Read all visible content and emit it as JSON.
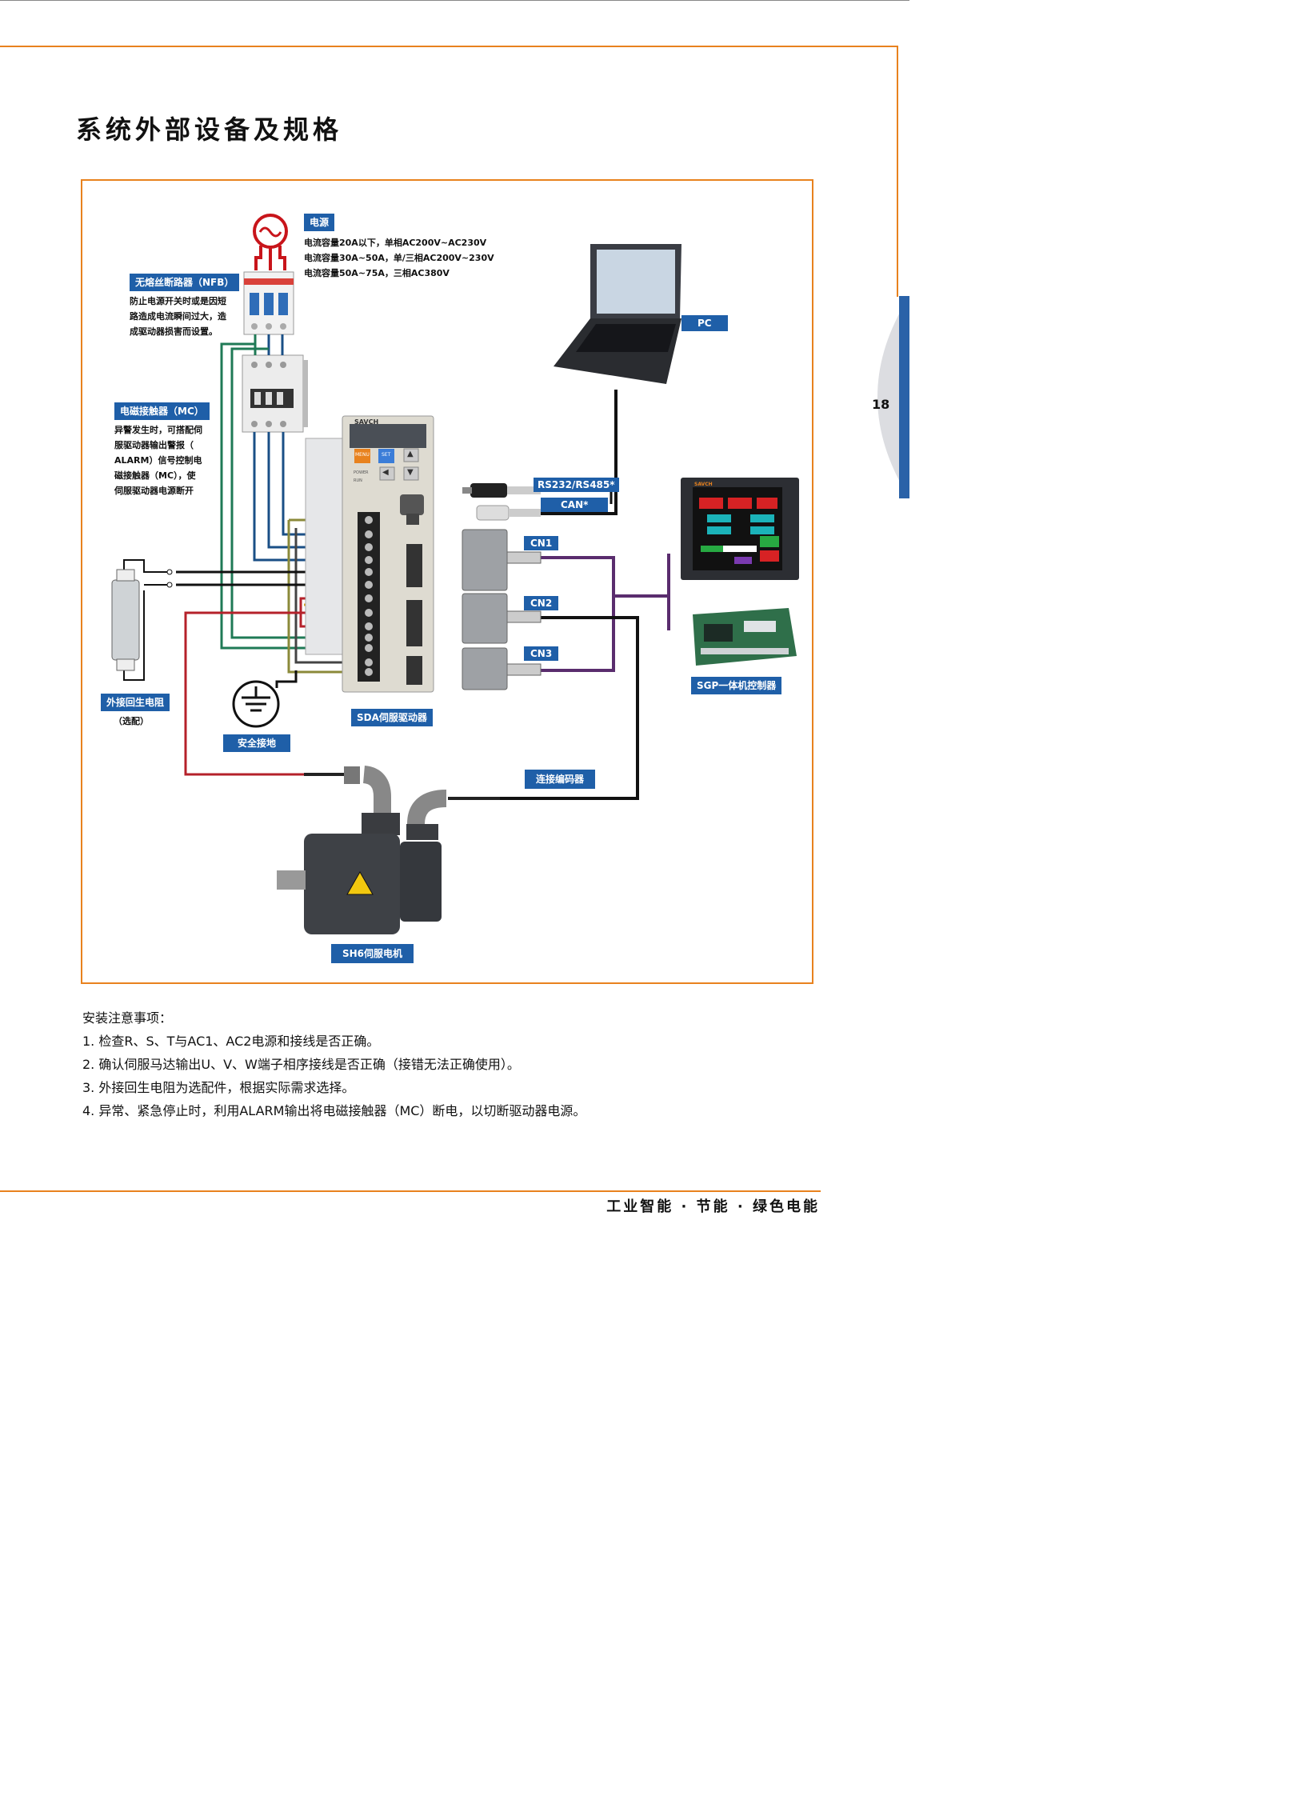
{
  "page": {
    "title": "系统外部设备及规格",
    "page_number": "18",
    "footer": "工业智能 · 节能 · 绿色电能"
  },
  "diagram": {
    "power": {
      "tag": "电源",
      "specs": [
        "电流容量20A以下，单相AC200V~AC230V",
        "电流容量30A~50A，单/三相AC200V~230V",
        "电流容量50A~75A，三相AC380V"
      ]
    },
    "nfb": {
      "tag": "无熔丝断路器（NFB）",
      "desc": [
        "防止电源开关时或是因短",
        "路造成电流瞬间过大，造",
        "成驱动器损害而设置。"
      ]
    },
    "mc": {
      "tag": "电磁接触器（MC）",
      "desc": [
        "异警发生时，可搭配伺",
        "服驱动器输出警报（",
        "ALARM）信号控制电",
        "磁接触器（MC），使",
        "伺服驱动器电源断开"
      ]
    },
    "resistor": {
      "tag": "外接回生电阻",
      "sub": "（选配）"
    },
    "ground": {
      "tag": "安全接地"
    },
    "drive": {
      "tag": "SDA伺服驱动器",
      "logo": "SAVCH",
      "keys": {
        "menu": "MENU",
        "set": "SET",
        "power": "POWER",
        "run": "RUN"
      },
      "arrows": {
        "up": "▲",
        "down": "▼",
        "left": "◀"
      }
    },
    "pc": {
      "tag": "PC"
    },
    "comm": {
      "rs": "RS232/RS485*",
      "can": "CAN*"
    },
    "connectors": {
      "cn1": "CN1",
      "cn2": "CN2",
      "cn3": "CN3"
    },
    "sgp": {
      "tag": "SGP一体机控制器",
      "logo": "SAVCH"
    },
    "encoder": {
      "tag": "连接编码器"
    },
    "motor": {
      "tag": "SH6伺服电机"
    },
    "ac_symbol": "~"
  },
  "notes": {
    "heading": "安装注意事项：",
    "items": [
      "1. 检查R、S、T与AC1、AC2电源和接线是否正确。",
      "2. 确认伺服马达输出U、V、W端子相序接线是否正确（接错无法正确使用）。",
      "3. 外接回生电阻为选配件，根据实际需求选择。",
      "4. 异常、紧急停止时，利用ALARM输出将电磁接触器（MC）断电，以切断驱动器电源。"
    ]
  },
  "colors": {
    "accent_orange": "#e8821e",
    "tag_blue": "#1f5fa8",
    "side_tab_blue": "#2a62a8",
    "wire_green": "#1f7a56",
    "wire_blue": "#1a4f86",
    "wire_red": "#b5212a",
    "wire_purple": "#5a2d6e",
    "wire_black": "#111111"
  }
}
